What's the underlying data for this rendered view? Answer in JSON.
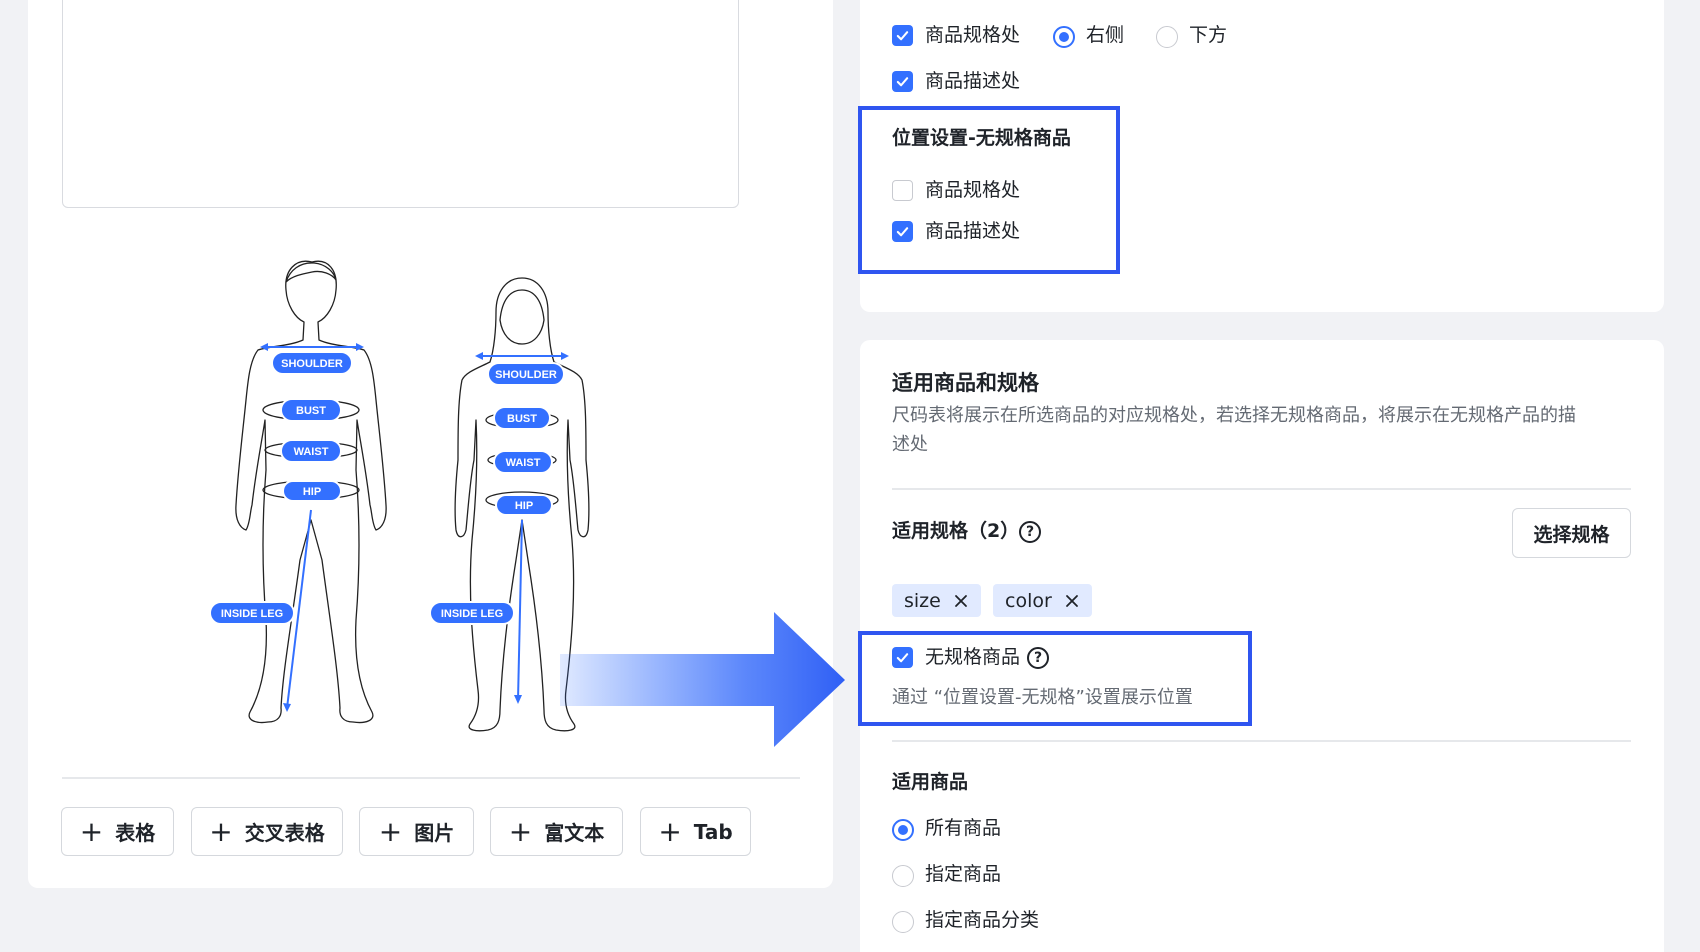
{
  "left_panel": {
    "figure_labels": {
      "shoulder": "SHOULDER",
      "bust": "BUST",
      "waist": "WAIST",
      "hip": "HIP",
      "inside_leg": "INSIDE LEG"
    },
    "add_buttons": [
      "表格",
      "交叉表格",
      "图片",
      "富文本",
      "Tab"
    ]
  },
  "position_settings": {
    "spec_location": {
      "label": "商品规格处",
      "checked": true
    },
    "right_option": {
      "label": "右侧",
      "selected": true
    },
    "below_option": {
      "label": "下方",
      "selected": false
    },
    "desc_location": {
      "label": "商品描述处",
      "checked": true
    },
    "no_spec_section": {
      "title": "位置设置-无规格商品",
      "spec_location": {
        "label": "商品规格处",
        "checked": false
      },
      "desc_location": {
        "label": "商品描述处",
        "checked": true
      }
    }
  },
  "applicable": {
    "title": "适用商品和规格",
    "description_line1": "尺码表将展示在所选商品的对应规格处，若选择无规格商品，将展示在无规格产品的描",
    "description_line2": "述处",
    "specs_label": "适用规格（2）",
    "help_glyph": "?",
    "select_button": "选择规格",
    "tags": [
      "size",
      "color"
    ],
    "no_spec_goods": {
      "label": "无规格商品",
      "checked": true,
      "hint": "通过 “位置设置-无规格”设置展示位置"
    },
    "goods_title": "适用商品",
    "goods_options": [
      {
        "label": "所有商品",
        "selected": true
      },
      {
        "label": "指定商品",
        "selected": false
      },
      {
        "label": "指定商品分类",
        "selected": false
      }
    ]
  },
  "colors": {
    "accent": "#3370ff",
    "highlight": "#2f55f0",
    "tag_bg": "#e1eaff"
  }
}
